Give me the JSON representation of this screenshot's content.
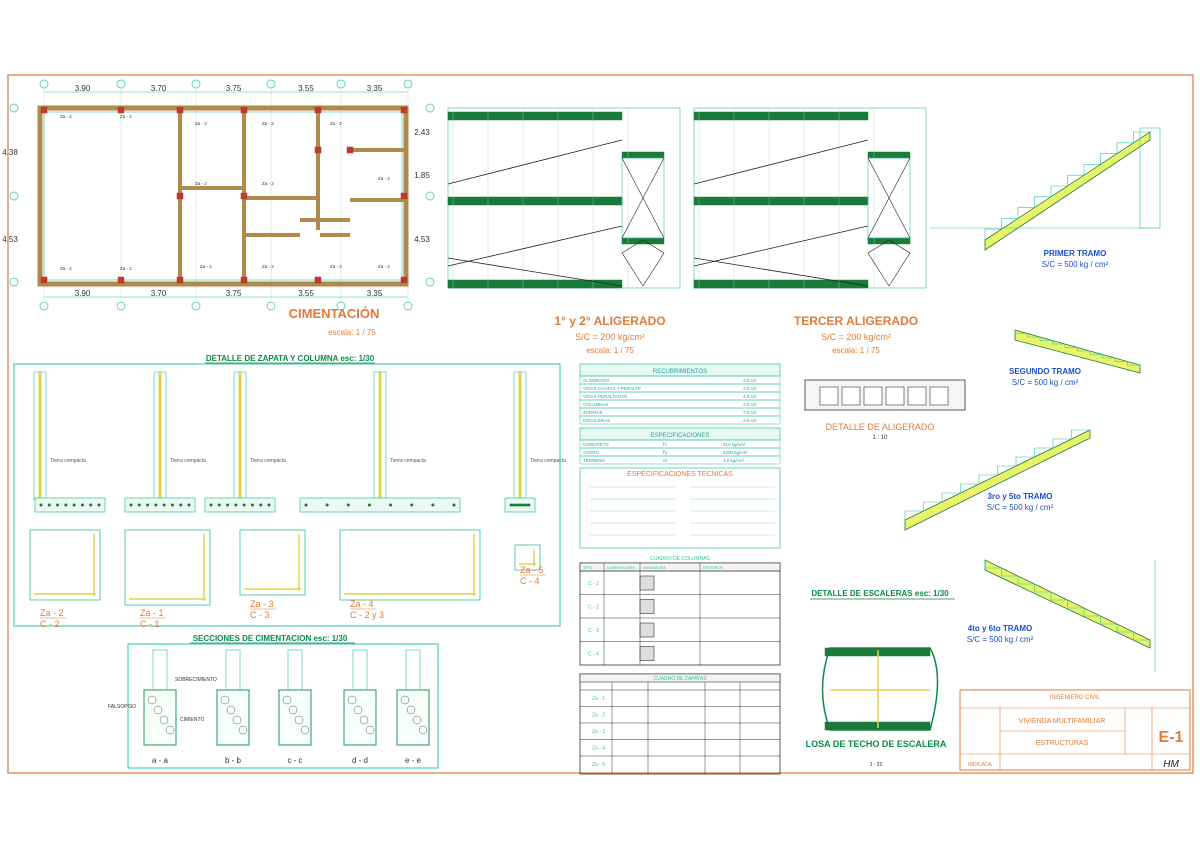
{
  "plan": {
    "title": "CIMENTACIÓN",
    "scale": "escala: 1 / 75",
    "dims_top": [
      "3.90",
      "3.70",
      "3.75",
      "3.55",
      "3.35"
    ],
    "dims_bottom": [
      "3.90",
      "3.70",
      "3.75",
      "3.55",
      "3.35"
    ],
    "dims_left": [
      "4.38",
      "4.53"
    ],
    "dims_right": [
      "2.43",
      "1.85",
      "4.53"
    ]
  },
  "aligerado12": {
    "title": "1° y 2° ALIGERADO",
    "load": "S/C = 200 kg/cm²",
    "scale": "escala: 1 / 75"
  },
  "aligerado3": {
    "title": "TERCER ALIGERADO",
    "load": "S/C = 200 kg/cm²",
    "scale": "escala: 1 / 75"
  },
  "stairs": {
    "tramo1": "PRIMER TRAMO",
    "tramo1_load": "S/C = 500 kg / cm²",
    "tramo2": "SEGUNDO TRAMO",
    "tramo2_load": "S/C = 500 kg / cm²",
    "tramo3": "3ro y 5to TRAMO",
    "tramo3_load": "S/C = 500 kg / cm²",
    "tramo4": "4to y 6to TRAMO",
    "tramo4_load": "S/C = 500 kg / cm²",
    "detail_title": "DETALLE DE ESCALERAS esc: 1/30"
  },
  "detalle_aligerado": {
    "title": "DETALLE DE ALIGERADO",
    "scale": "1 : 10"
  },
  "zapata": {
    "title": "DETALLE DE ZAPATA Y COLUMNA esc: 1/30",
    "labels": [
      "Za - 2",
      "Za - 1",
      "Za - 3",
      "Za - 4",
      "Za - 5"
    ],
    "cols": [
      "C - 2",
      "C - 1",
      "C - 3",
      "C - 2 y 3",
      "C - 4"
    ],
    "terrain": "Tierra compacta"
  },
  "secciones": {
    "title": "SECCIONES DE CIMENTACION esc: 1/30",
    "labels": [
      "a - a",
      "b - b",
      "c - c",
      "d - d",
      "e - e"
    ],
    "sobrecimiento": "SOBRECIMIENTO",
    "cimiento": "CIMIENTO",
    "falso": "FALSOPISO"
  },
  "recubrimientos": {
    "title": "RECUBRIMIENTOS",
    "rows": [
      [
        "ALIGERADO",
        "2.5 cm"
      ],
      [
        "VIGAS CHATAS Y PERALTE",
        "2.5 cm"
      ],
      [
        "VIGAS PERALTADAS",
        "4.0 cm"
      ],
      [
        "COLUMNAS",
        "2.5 cm"
      ],
      [
        "ZAPATAS",
        "7.5 cm"
      ],
      [
        "ESCALERAS",
        "2.5 cm"
      ]
    ]
  },
  "especificaciones": {
    "title": "ESPECIFICACIONES",
    "rows": [
      [
        "CONCRETO",
        "f'c",
        "210 kg/cm²"
      ],
      [
        "ACERO",
        "f'y",
        "4200 kg/cm²"
      ],
      [
        "TERRENO",
        "σt",
        "1.0 kg/cm²"
      ]
    ]
  },
  "espec_tecnicas": {
    "title": "ESPECIFICACIONES TECNICAS"
  },
  "columnas": {
    "title": "CUADRO DE COLUMNAS",
    "headers": [
      "TIPO",
      "DIMENSIONES",
      "ARMADURA",
      "ESTRIBOS"
    ],
    "types": [
      "C - 1",
      "C - 2",
      "C - 3",
      "C - 4"
    ]
  },
  "zapatas_tbl": {
    "title": "CUADRO DE ZAPATAS",
    "types": [
      "Za - 1",
      "Za - 2",
      "Za - 3",
      "Za - 4",
      "Za - 5"
    ]
  },
  "losa": {
    "title": "LOSA DE TECHO DE ESCALERA",
    "scale": "1 : 25"
  },
  "titleblock": {
    "engineer": "INGENIERO CIVIL",
    "project": "VIVIENDA MULTIFAMILIAR",
    "plan": "ESTRUCTURAS",
    "scale": "INDICADA",
    "sheet": "E-1",
    "logo": "HM"
  }
}
